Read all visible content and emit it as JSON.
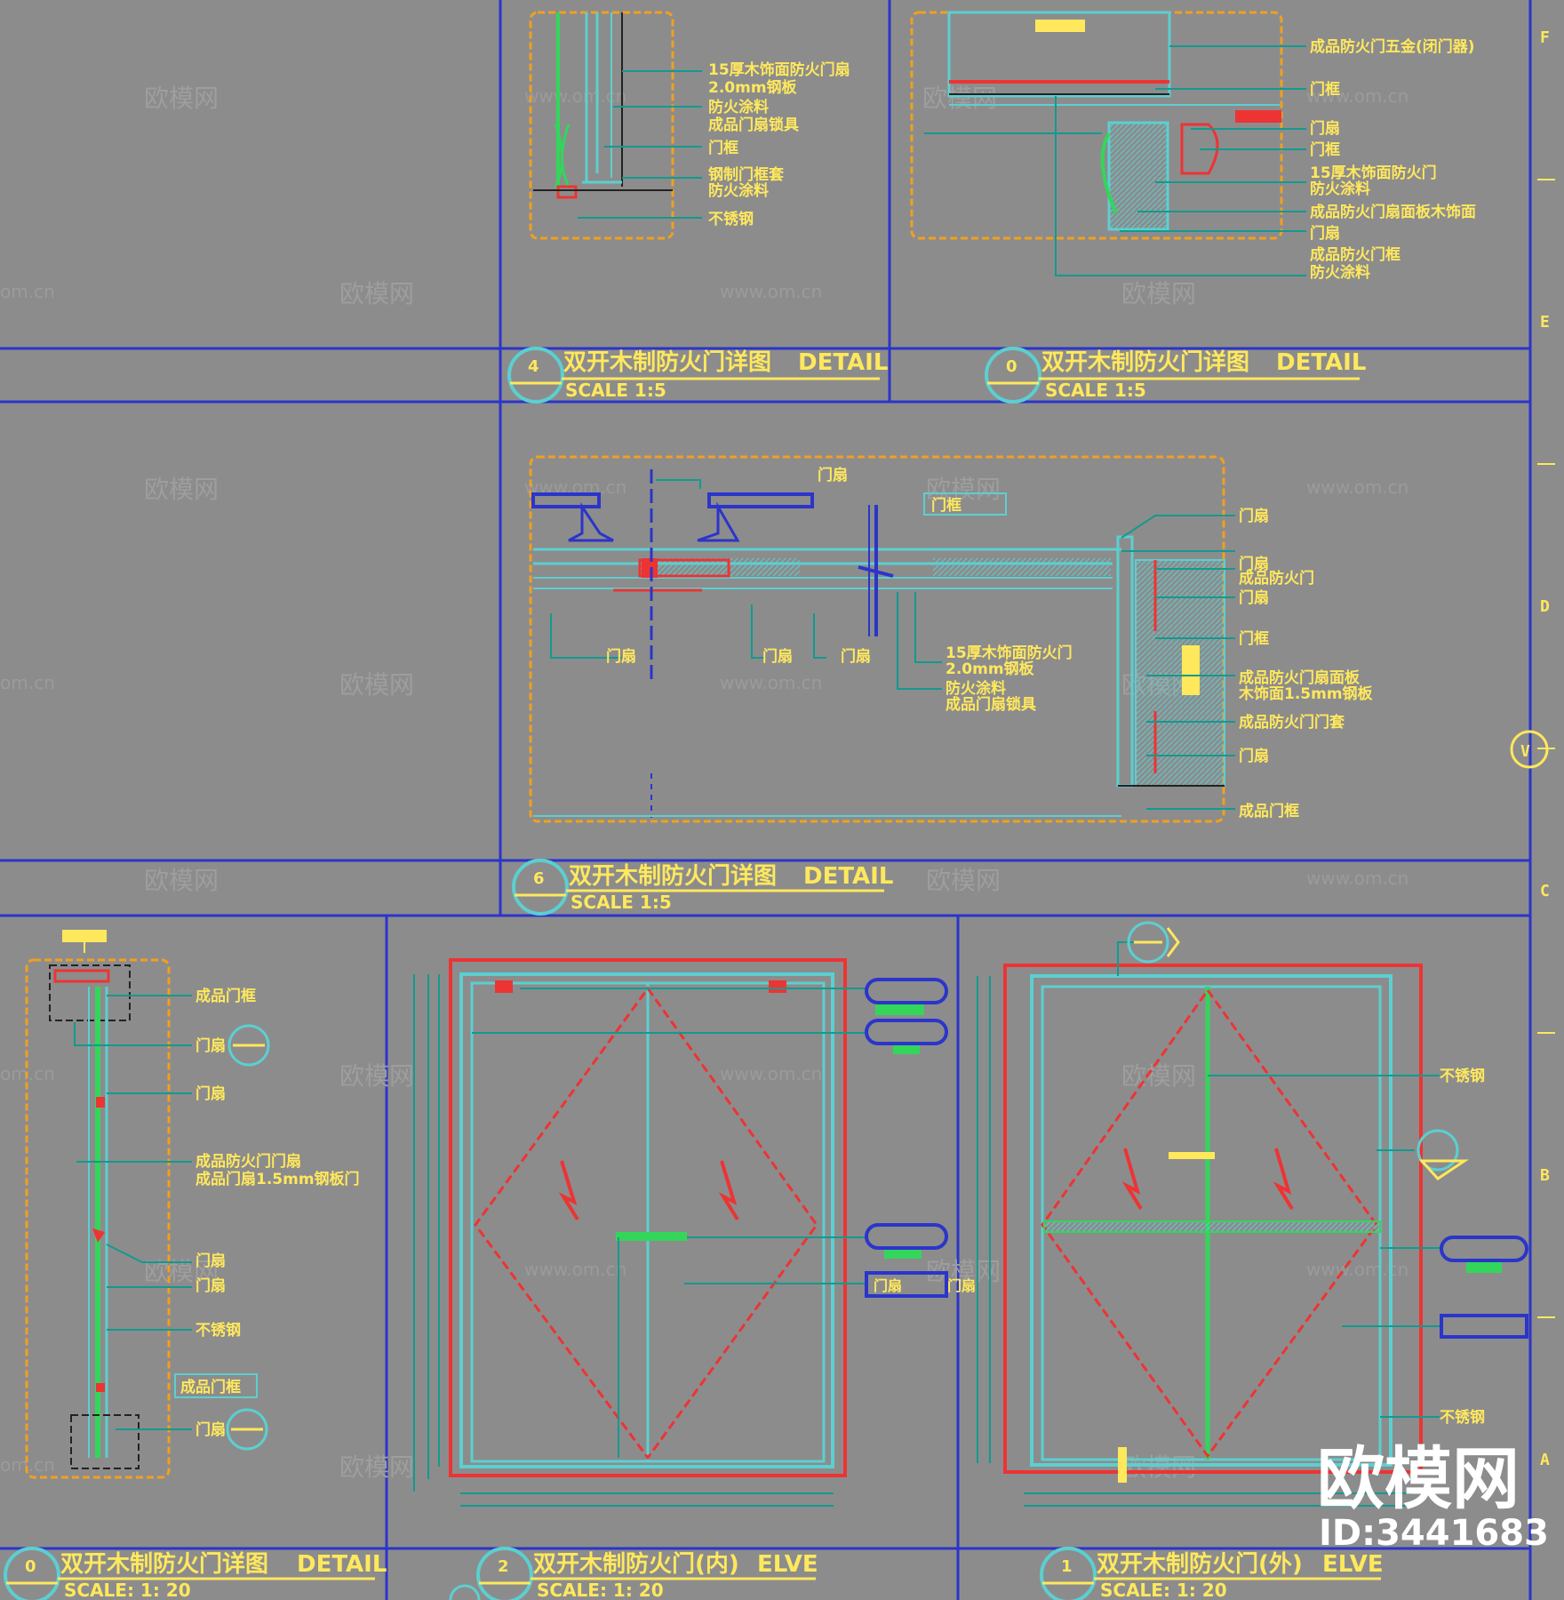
{
  "sheet": {
    "titles": [
      {
        "id": "title-detail-upper-left",
        "num": "4",
        "name": "双开木制防火门详图",
        "kind": "DETAIL",
        "scale": "SCALE 1:5"
      },
      {
        "id": "title-detail-upper-right",
        "num": "0",
        "name": "双开木制防火门详图",
        "kind": "DETAIL",
        "scale": "SCALE 1:5"
      },
      {
        "id": "title-detail-middle",
        "num": "6",
        "name": "双开木制防火门详图",
        "kind": "DETAIL",
        "scale": "SCALE 1:5"
      },
      {
        "id": "title-detail-bottom-left",
        "num": "0",
        "name": "双开木制防火门详图",
        "kind": "DETAIL",
        "scale": "SCALE: 1: 20"
      },
      {
        "id": "title-elev-inner",
        "num": "2",
        "name": "双开木制防火门(内)",
        "kind": "ELVE",
        "scale": "SCALE: 1: 20"
      },
      {
        "id": "title-elev-outer",
        "num": "1",
        "name": "双开木制防火门(外)",
        "kind": "ELVE",
        "scale": "SCALE: 1: 20"
      }
    ],
    "grid_labels": [
      "F",
      "E",
      "D",
      "C",
      "B",
      "A"
    ],
    "section_marker": "V",
    "watermark_text": "欧模网",
    "watermark_url": "www.om.cn",
    "watermark_frag": "om.cn",
    "logo": "欧模网",
    "logo_id": "ID:3441683"
  },
  "notes": {
    "d4": [
      "15厚木饰面防火门扇",
      "2.0mm钢板",
      "防火涂料",
      "成品门扇锁具",
      "门框",
      "钢制门框套",
      "防火涂料",
      "不锈钢"
    ],
    "d0": [
      "成品防火门五金(闭门器)",
      "门框",
      "门扇",
      "门框",
      "15厚木饰面防火门",
      "防火涂料",
      "成品防火门扇面板木饰面",
      "门扇",
      "成品防火门框",
      "防火涂料"
    ],
    "d6_top": [
      "门扇",
      "门框",
      "门扇"
    ],
    "d6_left": [
      "门扇",
      "门扇",
      "门扇"
    ],
    "d6_mid": [
      "15厚木饰面防火门",
      "2.0mm钢板",
      "防火涂料",
      "成品门扇锁具"
    ],
    "d6_right": [
      "门扇",
      "成品防火门",
      "门扇",
      "门框",
      "成品防火门扇面板",
      "木饰面1.5mm钢板",
      "成品防火门门套",
      "门扇",
      "成品门框"
    ],
    "d0b": [
      "成品门框",
      "门扇",
      "门扇",
      "成品防火门门扇",
      "成品门扇1.5mm钢板门",
      "门扇",
      "门扇",
      "不锈钢",
      "成品门框",
      "门扇"
    ],
    "e2": [
      "门扇",
      "门扇"
    ],
    "e1": [
      "不锈钢",
      "不锈钢"
    ]
  }
}
